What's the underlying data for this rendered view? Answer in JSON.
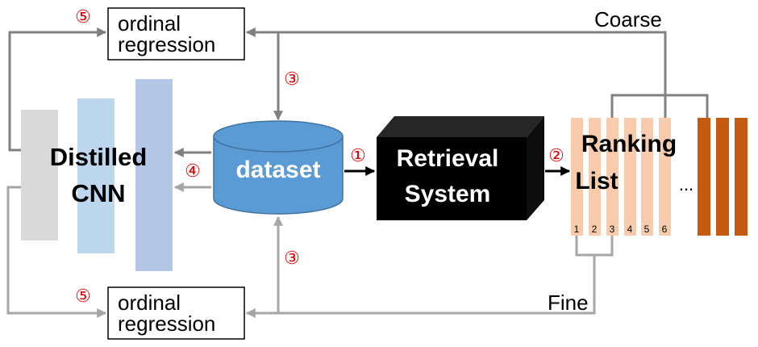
{
  "cnn_label_line1": "Distilled",
  "cnn_label_line2": "CNN",
  "dataset_label": "dataset",
  "retrieval_line1": "Retrieval",
  "retrieval_line2": "System",
  "ranking_line1": "Ranking",
  "ranking_line2": "List",
  "ellipsis": "...",
  "ordinal_top_line1": "ordinal",
  "ordinal_top_line2": "regression",
  "ordinal_bottom_line1": "ordinal",
  "ordinal_bottom_line2": "regression",
  "coarse_label": "Coarse",
  "fine_label": "Fine",
  "step1": "①",
  "step2": "②",
  "step3_top": "③",
  "step3_bottom": "③",
  "step4": "④",
  "step5_top": "⑤",
  "step5_bottom": "⑤",
  "ranking_numbers": [
    "1",
    "2",
    "3",
    "4",
    "5",
    "6"
  ],
  "colors": {
    "cnn_layer1": "#d9d9d9",
    "cnn_layer2": "#bdd7ee",
    "cnn_layer3": "#b4c7e7",
    "dataset_fill": "#5b9bd5",
    "retrieval_box": "#000000",
    "rank_light": "#f8cbad",
    "rank_dark": "#c55a11",
    "arrow_dark": "#808080",
    "arrow_light": "#a6a6a6",
    "step_red": "#e00000"
  }
}
